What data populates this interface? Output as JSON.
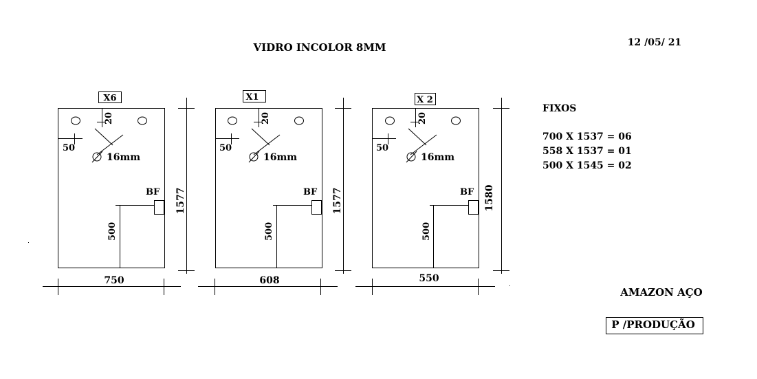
{
  "header": {
    "title": "VIDRO INCOLOR 8MM",
    "date": "12 /05/ 21"
  },
  "panels": [
    {
      "qty_label": "X6",
      "width_label": "750",
      "height_label": "1577",
      "hole_label": "16mm",
      "dim_20": "20",
      "dim_50": "50",
      "dim_500": "500",
      "bf_label": "BF"
    },
    {
      "qty_label": "X1",
      "width_label": "608",
      "height_label": "1577",
      "hole_label": "16mm",
      "dim_20": "20",
      "dim_50": "50",
      "dim_500": "500",
      "bf_label": "BF"
    },
    {
      "qty_label": "X 2",
      "width_label": "550",
      "height_label": "1580",
      "hole_label": "16mm",
      "dim_20": "20",
      "dim_50": "50",
      "dim_500": "500",
      "bf_label": "BF"
    }
  ],
  "fixos": {
    "heading": "FIXOS",
    "lines": [
      "700 X 1537 = 06",
      "558 X 1537 = 01",
      "500 X 1545 = 02"
    ]
  },
  "footer": {
    "company": "AMAZON AÇO",
    "stamp": "P /PRODUÇÃO"
  }
}
